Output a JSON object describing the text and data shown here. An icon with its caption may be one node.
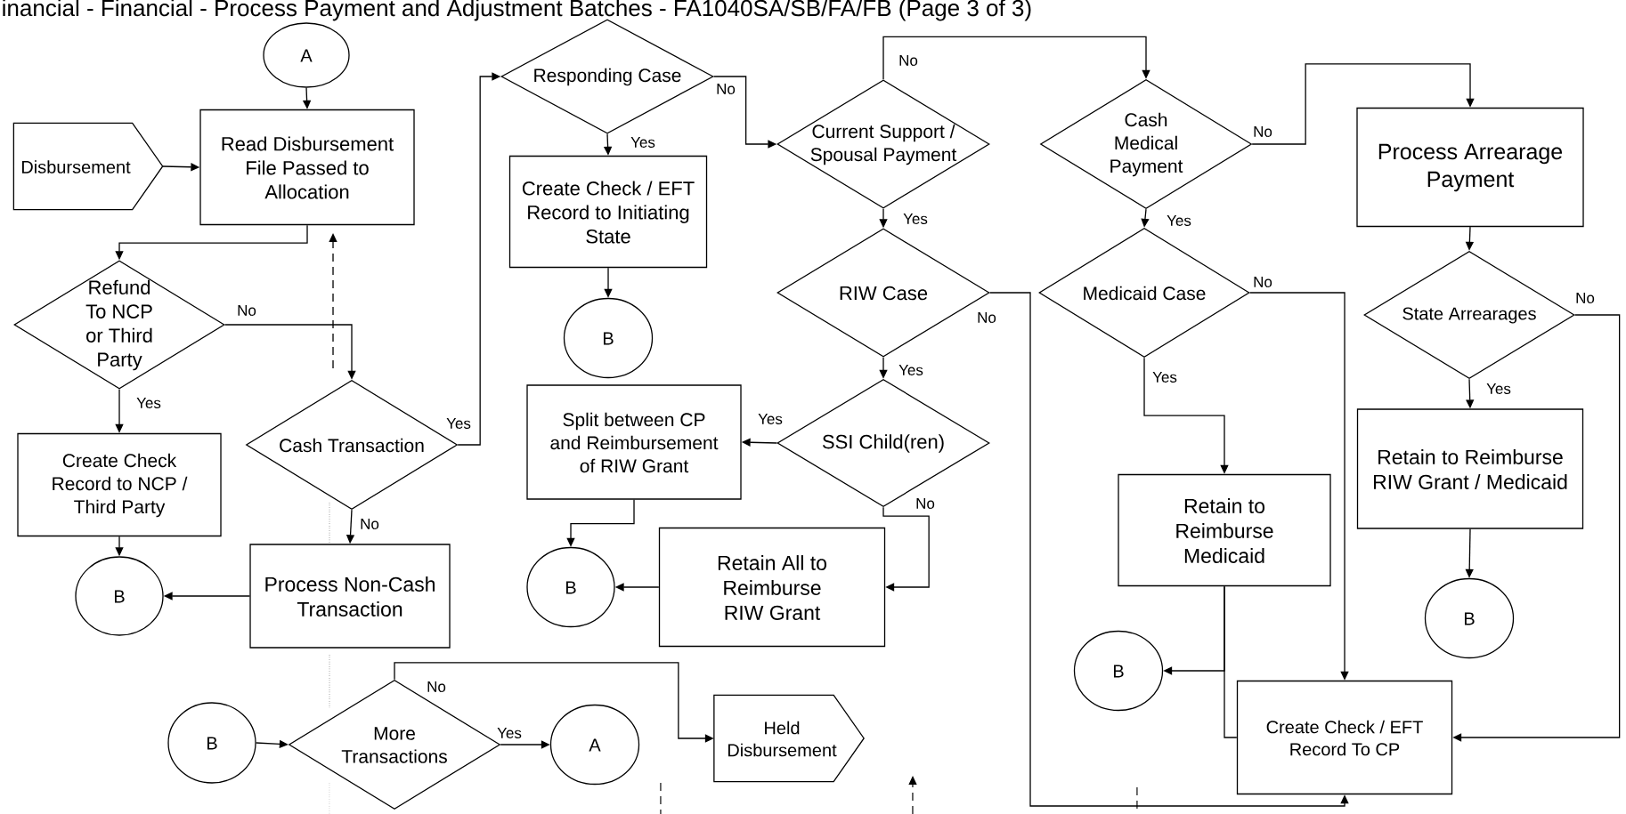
{
  "diagram": {
    "title": "inancial - Financial - Process Payment and Adjustment Batches - FA1040SA/SB/FA/FB (Page 3 of 3)",
    "nodes": [
      {
        "text": [
          "A"
        ]
      },
      {
        "text": [
          "Disbursement"
        ]
      },
      {
        "text": [
          "Read Disbursement File Passed to Allocation"
        ]
      },
      {
        "text": [
          "Refund To NCP or Third Party"
        ]
      },
      {
        "text": [
          "Cash Transaction"
        ]
      },
      {
        "text": [
          "Create Check Record to NCP / Third Party"
        ]
      },
      {
        "text": [
          "B"
        ]
      },
      {
        "text": [
          "Process Non-Cash Transaction"
        ]
      },
      {
        "text": [
          "Responding Case"
        ]
      },
      {
        "text": [
          "Create Check / EFT Record to Initiating State"
        ]
      },
      {
        "text": [
          "B"
        ]
      },
      {
        "text": [
          "Current Support / Spousal Payment"
        ]
      },
      {
        "text": [
          "RIW Case"
        ]
      },
      {
        "text": [
          "SSI Child(ren)"
        ]
      },
      {
        "text": [
          "Split between CP and Reimbursement of RIW Grant"
        ]
      },
      {
        "text": [
          "B"
        ]
      },
      {
        "text": [
          "Retain All to Reimburse RIW Grant"
        ]
      },
      {
        "text": [
          "Cash Medical Payment"
        ]
      },
      {
        "text": [
          "Medicaid Case"
        ]
      },
      {
        "text": [
          "Retain to Reimburse Medicaid"
        ]
      },
      {
        "text": [
          "B"
        ]
      },
      {
        "text": [
          "Create Check / EFT Record To CP"
        ]
      },
      {
        "text": [
          "Process Arrearage Payment"
        ]
      },
      {
        "text": [
          "State Arrearages"
        ]
      },
      {
        "text": [
          "Retain to Reimburse RIW Grant / Medicaid"
        ]
      },
      {
        "text": [
          "B"
        ]
      },
      {
        "text": [
          "B"
        ]
      },
      {
        "text": [
          "More Transactions"
        ]
      },
      {
        "text": [
          "A"
        ]
      },
      {
        "text": [
          "Held Disbursement"
        ]
      }
    ],
    "edges": [
      {
        "from": 0,
        "to": 2,
        "arrow": "to"
      },
      {
        "from": 1,
        "to": 2,
        "arrow": "to"
      },
      {
        "from": 2,
        "to": 3,
        "arrow": "to"
      },
      {
        "from": 3,
        "to": 5,
        "arrow": "to",
        "label": "Yes"
      },
      {
        "from": 3,
        "to": 4,
        "arrow": "to",
        "label": "No"
      },
      {
        "from": 4,
        "to": 8,
        "arrow": "to",
        "label": "Yes"
      },
      {
        "from": 4,
        "to": 7,
        "arrow": "to",
        "label": "No"
      },
      {
        "from": 5,
        "to": 6,
        "arrow": "to"
      },
      {
        "from": 7,
        "to": 6,
        "arrow": "to"
      },
      {
        "from": 8,
        "to": 9,
        "arrow": "to",
        "label": "Yes"
      },
      {
        "from": 8,
        "to": 11,
        "arrow": "to",
        "label": "No"
      },
      {
        "from": 9,
        "to": 10,
        "arrow": "to"
      },
      {
        "from": 11,
        "to": 12,
        "arrow": "to",
        "label": "Yes"
      },
      {
        "from": 11,
        "to": 17,
        "arrow": "to",
        "label": "No"
      },
      {
        "from": 12,
        "to": 13,
        "arrow": "to",
        "label": "Yes"
      },
      {
        "from": 12,
        "to": 21,
        "arrow": "to",
        "label": "No"
      },
      {
        "from": 13,
        "to": 14,
        "arrow": "to",
        "label": "Yes"
      },
      {
        "from": 13,
        "to": 16,
        "arrow": "to",
        "label": "No"
      },
      {
        "from": 14,
        "to": 15,
        "arrow": "to"
      },
      {
        "from": 16,
        "to": 15,
        "arrow": "to"
      },
      {
        "from": 17,
        "to": 18,
        "arrow": "to",
        "label": "Yes"
      },
      {
        "from": 17,
        "to": 22,
        "arrow": "to",
        "label": "No"
      },
      {
        "from": 18,
        "to": 19,
        "arrow": "to",
        "label": "Yes"
      },
      {
        "from": 18,
        "to": 21,
        "arrow": "to",
        "label": "No"
      },
      {
        "from": 19,
        "to": 20,
        "arrow": "to"
      },
      {
        "from": 19,
        "to": 21,
        "arrow": "none"
      },
      {
        "from": 22,
        "to": 23,
        "arrow": "to"
      },
      {
        "from": 23,
        "to": 24,
        "arrow": "to",
        "label": "Yes"
      },
      {
        "from": 23,
        "to": 21,
        "arrow": "to",
        "label": "No"
      },
      {
        "from": 24,
        "to": 25,
        "arrow": "to"
      },
      {
        "from": 26,
        "to": 27,
        "arrow": "to"
      },
      {
        "from": 27,
        "to": 28,
        "arrow": "to",
        "label": "Yes"
      },
      {
        "from": 27,
        "to": 29,
        "arrow": "to",
        "label": "No"
      }
    ]
  }
}
